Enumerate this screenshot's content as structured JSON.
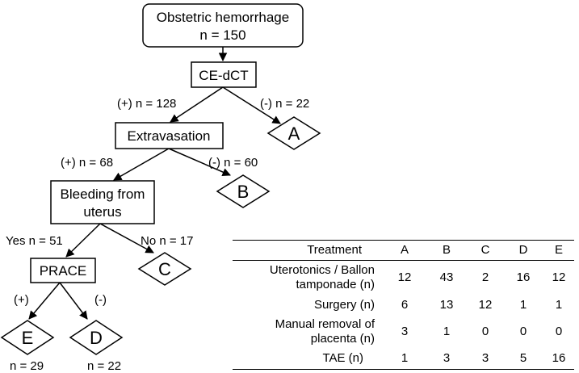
{
  "flowchart": {
    "root": {
      "line1": "Obstetric hemorrhage",
      "line2": "n = 150"
    },
    "cedct": {
      "label": "CE-dCT"
    },
    "extravasation": {
      "label": "Extravasation"
    },
    "uterus": {
      "line1": "Bleeding from",
      "line2": "uterus"
    },
    "prace": {
      "label": "PRACE"
    },
    "groups": {
      "A": "A",
      "B": "B",
      "C": "C",
      "D": "D",
      "E": "E"
    },
    "edge_labels": {
      "cedct_pos": "(+)  n = 128",
      "cedct_neg": "(-)  n = 22",
      "extrav_pos": "(+)  n = 68",
      "extrav_neg": "(-)  n = 60",
      "uterus_yes": "Yes  n = 51",
      "uterus_no": "No  n = 17",
      "prace_pos": "(+)",
      "prace_neg": "(-)",
      "e_count": "n = 29",
      "d_count": "n = 22"
    }
  },
  "table": {
    "header": {
      "name": "Treatment",
      "cols": [
        "A",
        "B",
        "C",
        "D",
        "E"
      ]
    },
    "rows": [
      {
        "name_line1": "Uterotonics / Ballon",
        "name_line2": "tamponade (n)",
        "values": [
          "12",
          "43",
          "2",
          "16",
          "12"
        ]
      },
      {
        "name_line1": "Surgery (n)",
        "name_line2": "",
        "values": [
          "6",
          "13",
          "12",
          "1",
          "1"
        ]
      },
      {
        "name_line1": "Manual removal of",
        "name_line2": "placenta (n)",
        "values": [
          "3",
          "1",
          "0",
          "0",
          "0"
        ]
      },
      {
        "name_line1": "TAE (n)",
        "name_line2": "",
        "values": [
          "1",
          "3",
          "3",
          "5",
          "16"
        ]
      }
    ]
  }
}
